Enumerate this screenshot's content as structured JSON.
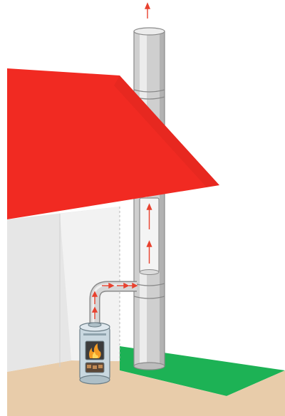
{
  "colors": {
    "roof": "#f12a22",
    "roof_stroke": "#c41a14",
    "wall": "#e6e6e6",
    "wall_light": "#f2f2f2",
    "floor": "#e8ccaa",
    "grass": "#1db255",
    "pipe": "#cfcfcf",
    "pipe_dark": "#9a9a9a",
    "pipe_light": "#ececec",
    "arrow": "#e8412e",
    "stove_body": "#c9d8e0",
    "stove_dark": "#8fa3ad",
    "flame": "#f29b24",
    "outline": "#6d6d6d"
  },
  "diagram": {
    "nodes": [
      "roof-icon",
      "wall-icon",
      "floor-icon",
      "grass-icon",
      "chimney-pipe-icon",
      "connector-pipe-icon",
      "wood-stove-icon",
      "flame-icon"
    ],
    "flows": [
      "flue-gas-arrow-in-connector",
      "flue-gas-arrow-in-chimney",
      "exhaust-arrow-above-chimney"
    ]
  }
}
